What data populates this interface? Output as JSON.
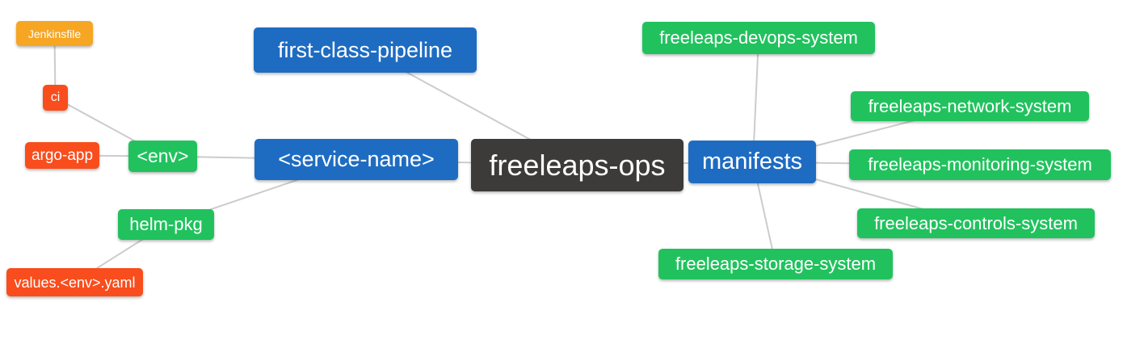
{
  "diagram": {
    "type": "mindmap",
    "root": "freeleaps_ops",
    "nodes": {
      "freeleaps_ops": {
        "label": "freeleaps-ops",
        "color_role": "dark"
      },
      "first_class_pipeline": {
        "label": "first-class-pipeline",
        "color_role": "blue"
      },
      "service_name": {
        "label": "<service-name>",
        "color_role": "blue"
      },
      "manifests": {
        "label": "manifests",
        "color_role": "blue"
      },
      "env": {
        "label": "<env>",
        "color_role": "green"
      },
      "helm_pkg": {
        "label": "helm-pkg",
        "color_role": "green"
      },
      "ci": {
        "label": "ci",
        "color_role": "red"
      },
      "argo_app": {
        "label": "argo-app",
        "color_role": "red"
      },
      "jenkinsfile": {
        "label": "Jenkinsfile",
        "color_role": "orange"
      },
      "values_env_yaml": {
        "label": "values.<env>.yaml",
        "color_role": "red"
      },
      "devops_system": {
        "label": "freeleaps-devops-system",
        "color_role": "green"
      },
      "network_system": {
        "label": "freeleaps-network-system",
        "color_role": "green"
      },
      "monitoring_system": {
        "label": "freeleaps-monitoring-system",
        "color_role": "green"
      },
      "controls_system": {
        "label": "freeleaps-controls-system",
        "color_role": "green"
      },
      "storage_system": {
        "label": "freeleaps-storage-system",
        "color_role": "green"
      }
    },
    "edges": [
      [
        "jenkinsfile",
        "ci"
      ],
      [
        "ci",
        "env"
      ],
      [
        "argo_app",
        "env"
      ],
      [
        "env",
        "service_name"
      ],
      [
        "helm_pkg",
        "service_name"
      ],
      [
        "values_env_yaml",
        "helm_pkg"
      ],
      [
        "first_class_pipeline",
        "freeleaps_ops"
      ],
      [
        "service_name",
        "freeleaps_ops"
      ],
      [
        "freeleaps_ops",
        "manifests"
      ],
      [
        "manifests",
        "devops_system"
      ],
      [
        "manifests",
        "network_system"
      ],
      [
        "manifests",
        "monitoring_system"
      ],
      [
        "manifests",
        "controls_system"
      ],
      [
        "manifests",
        "storage_system"
      ]
    ]
  },
  "colors": {
    "orange": "#F6A623",
    "red": "#F94D1D",
    "green": "#21C25E",
    "blue": "#1E6CC2",
    "dark": "#3D3A3A",
    "edge": "#CCCCCC",
    "text": "#FFFFFF",
    "background": "#FFFFFF"
  }
}
